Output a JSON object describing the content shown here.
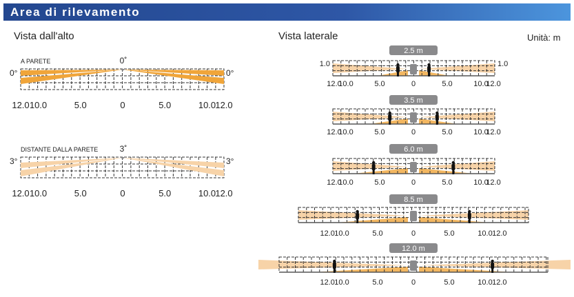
{
  "header": {
    "title": "Area di rilevamento"
  },
  "top_view": {
    "title": "Vista dall'alto",
    "diagrams": [
      {
        "label": "A PARETE",
        "angle_label": "0˚",
        "side_angle_label": "0°",
        "style": "dark"
      },
      {
        "label": "DISTANTE DALLA PARETE",
        "angle_label": "3˚",
        "side_angle_label": "3°",
        "style": "light"
      }
    ],
    "ticks": [
      {
        "label": "12.0",
        "value": -12
      },
      {
        "label": "10.0",
        "value": -10
      },
      {
        "label": "5.0",
        "value": -5
      },
      {
        "label": "0",
        "value": 0
      },
      {
        "label": "5.0",
        "value": 5
      },
      {
        "label": "10.0",
        "value": 10
      },
      {
        "label": "12.0",
        "value": 12
      }
    ]
  },
  "side_view": {
    "title": "Vista laterale",
    "unit_label": "Unità: m",
    "height_axis_label": "1.0",
    "rows": [
      {
        "height_label": "2.5 m",
        "height": 2.5,
        "person_distance": 2.3
      },
      {
        "height_label": "3.5 m",
        "height": 3.5,
        "person_distance": 3.5
      },
      {
        "height_label": "6.0 m",
        "height": 6.0,
        "person_distance": 5.9
      },
      {
        "height_label": "8.5 m",
        "height": 8.5,
        "person_distance": 8.3
      },
      {
        "height_label": "12.0 m",
        "height": 12.0,
        "person_distance": 11.7
      }
    ],
    "ticks": [
      {
        "label": "12.0",
        "value": -12
      },
      {
        "label": "10.0",
        "value": -10
      },
      {
        "label": "5.0",
        "value": -5
      },
      {
        "label": "0",
        "value": 0
      },
      {
        "label": "5.0",
        "value": 5
      },
      {
        "label": "10.0",
        "value": 10
      },
      {
        "label": "12.0",
        "value": 12
      }
    ]
  },
  "colors": {
    "dark_beam": "#f0a53a",
    "light_beam": "#f7d3a8",
    "sensor": "#8a8a8c",
    "pill": "#8a8a8c"
  }
}
